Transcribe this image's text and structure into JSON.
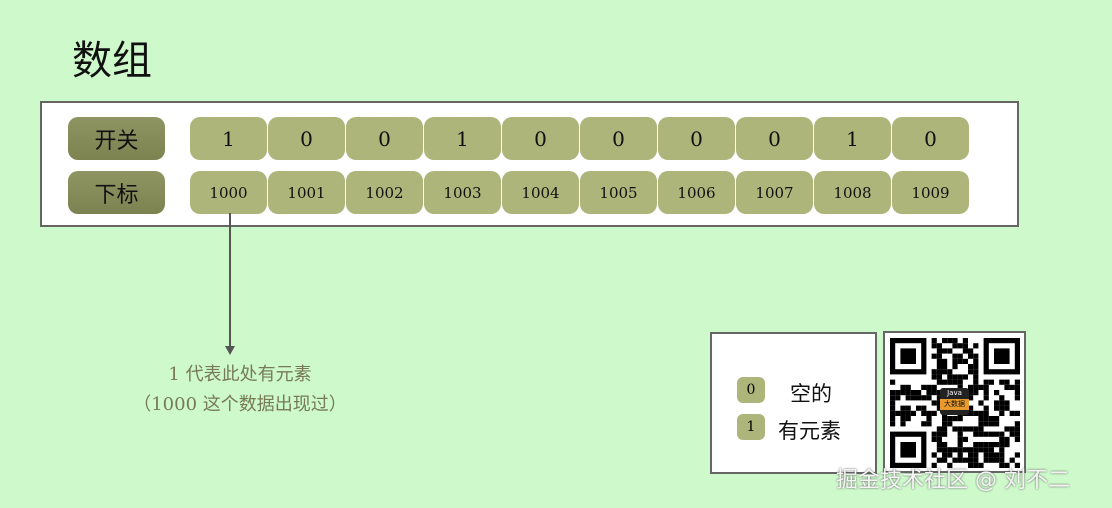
{
  "title": "数组",
  "row_labels": {
    "switch": "开关",
    "index": "下标"
  },
  "switch_values": [
    "1",
    "0",
    "0",
    "1",
    "0",
    "0",
    "0",
    "0",
    "1",
    "0"
  ],
  "indices": [
    "1000",
    "1001",
    "1002",
    "1003",
    "1004",
    "1005",
    "1006",
    "1007",
    "1008",
    "1009"
  ],
  "note": {
    "line1": "1 代表此处有元素",
    "line2": "（1000 这个数据出现过）"
  },
  "legend": [
    {
      "key": "0",
      "text": "空的"
    },
    {
      "key": "1",
      "text": "有元素"
    }
  ],
  "qr_logo": {
    "line1": "Java",
    "line2": "大数据"
  },
  "watermark": "掘金技术社区 @ 刘不二",
  "colors": {
    "background": "#cefacb",
    "cell": "#adb57a",
    "label": "#868c5a"
  }
}
